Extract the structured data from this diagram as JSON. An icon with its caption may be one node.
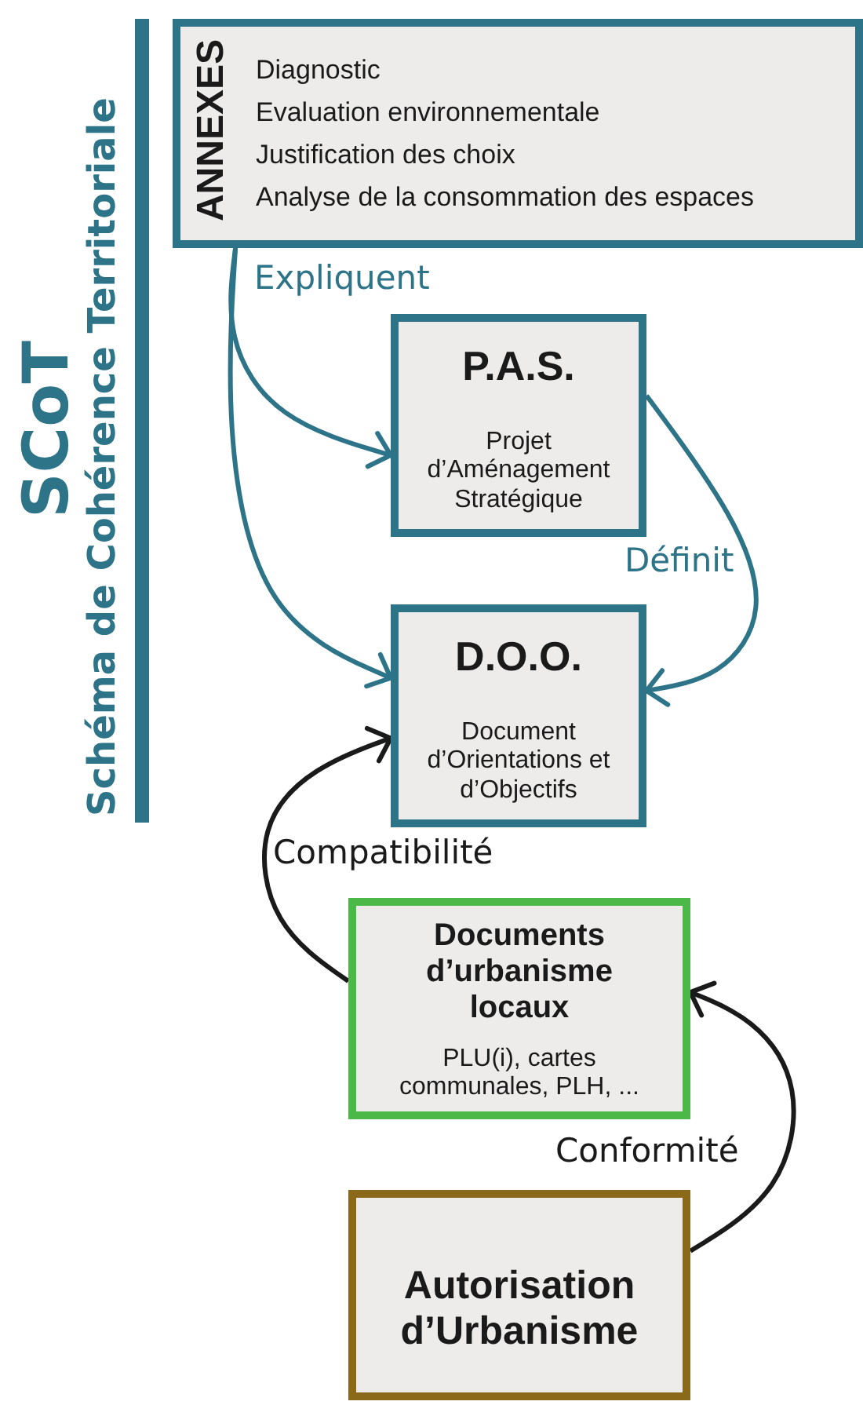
{
  "diagram": {
    "title": "SCoT",
    "nodes": [
      {
        "text": [
          "ANNEXES",
          "Diagnostic",
          "Evaluation environnementale",
          "Justification des choix",
          "Analyse de la consommation des espaces"
        ]
      },
      {
        "text": [
          "P.A.S.",
          "Projet d’Aménagement Stratégique"
        ]
      },
      {
        "text": [
          "D.O.O.",
          "Document d’Orientations et d’Objectifs"
        ]
      },
      {
        "text": [
          "Documents d’urbanisme locaux",
          "PLU(i), cartes communales, PLH, ..."
        ]
      },
      {
        "text": [
          "Autorisation d’Urbanisme"
        ]
      }
    ],
    "edges": [
      {
        "from": 0,
        "to": 1,
        "arrow": "to",
        "label": "Expliquent"
      },
      {
        "from": 0,
        "to": 2,
        "arrow": "to"
      },
      {
        "from": 1,
        "to": 2,
        "arrow": "to",
        "label": "Définit"
      },
      {
        "from": 3,
        "to": 2,
        "arrow": "to",
        "label": "Compatibilité",
        "color": "#1a1a1a"
      },
      {
        "from": 4,
        "to": 3,
        "arrow": "to",
        "label": "Conformité",
        "color": "#1a1a1a"
      }
    ],
    "labels": [
      "Schéma de Cohérence Territoriale"
    ]
  }
}
